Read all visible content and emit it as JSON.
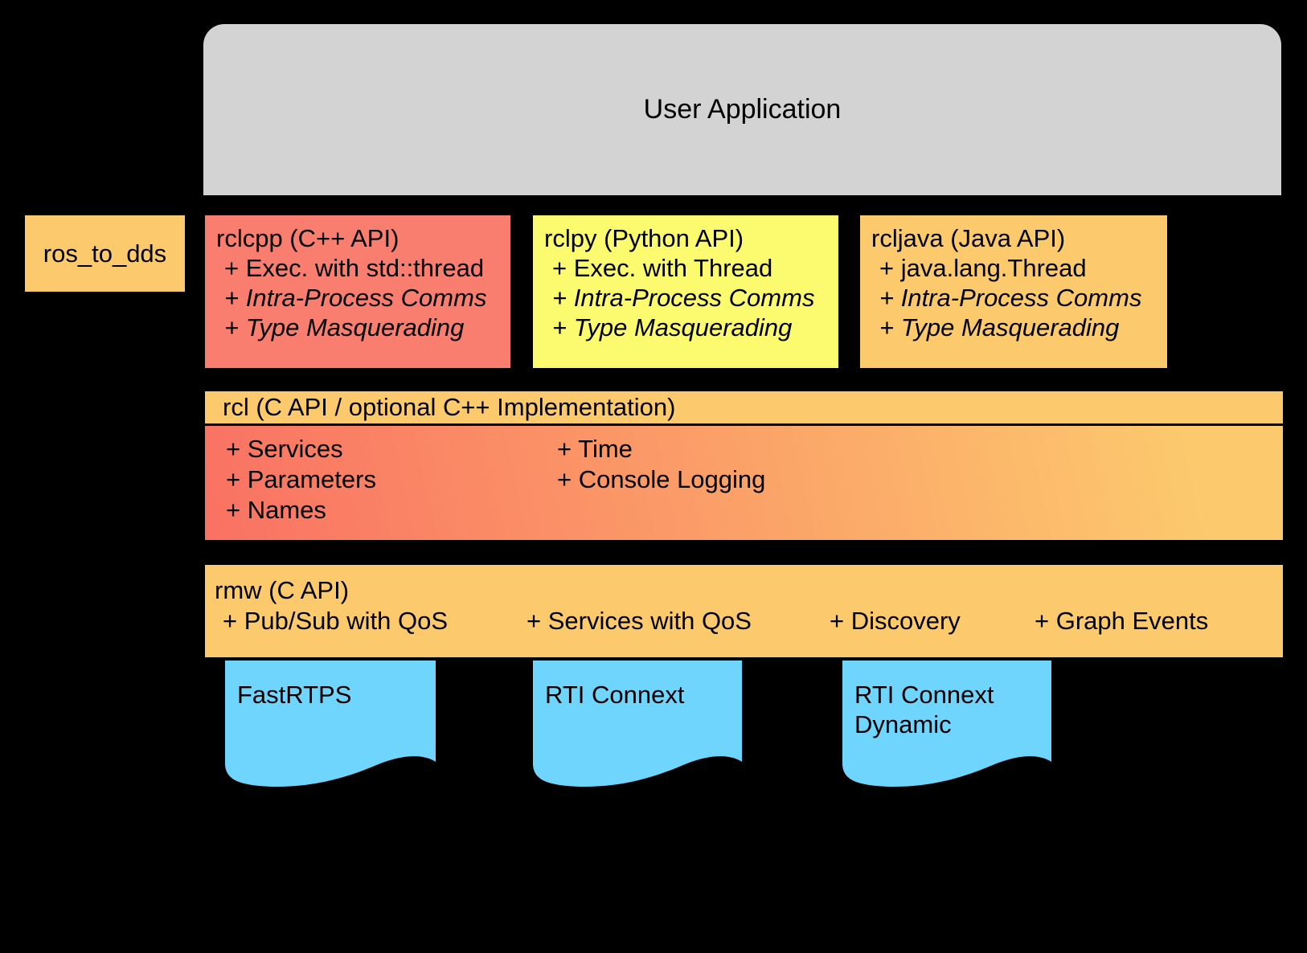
{
  "diagram": {
    "user_application": {
      "label": "User Application"
    },
    "ros_to_dds": {
      "label": "ros_to_dds"
    },
    "client_libraries": [
      {
        "id": "rclcpp",
        "title": "rclcpp (C++ API)",
        "items": [
          "+ Exec. with std::thread",
          "+ Intra-Process Comms",
          "+ Type Masquerading"
        ]
      },
      {
        "id": "rclpy",
        "title": "rclpy (Python API)",
        "items": [
          "+ Exec. with Thread",
          "+ Intra-Process Comms",
          "+ Type Masquerading"
        ]
      },
      {
        "id": "rcljava",
        "title": "rcljava (Java API)",
        "items": [
          "+ java.lang.Thread",
          "+ Intra-Process Comms",
          "+ Type Masquerading"
        ]
      }
    ],
    "rcl": {
      "header": "rcl (C API / optional C++ Implementation)",
      "column1": [
        "+ Services",
        "+ Parameters",
        "+ Names"
      ],
      "column2": [
        "+ Time",
        "+ Console Logging"
      ]
    },
    "rmw": {
      "title": "rmw (C API)",
      "items": [
        "+ Pub/Sub with QoS",
        "+ Services with QoS",
        "+ Discovery",
        "+ Graph Events"
      ]
    },
    "dds_implementations": [
      {
        "label": "FastRTPS"
      },
      {
        "label": "RTI Connext"
      },
      {
        "label": "RTI Connext Dynamic"
      }
    ],
    "colors": {
      "background": "#000000",
      "gray": "#d3d3d3",
      "orange": "#fcca6d",
      "salmon": "#fa7e70",
      "yellow": "#fcfa6f",
      "blue": "#70d5fc",
      "rcl_gradient_left": "#fa7163",
      "rcl_gradient_right": "#fcca6d"
    }
  }
}
